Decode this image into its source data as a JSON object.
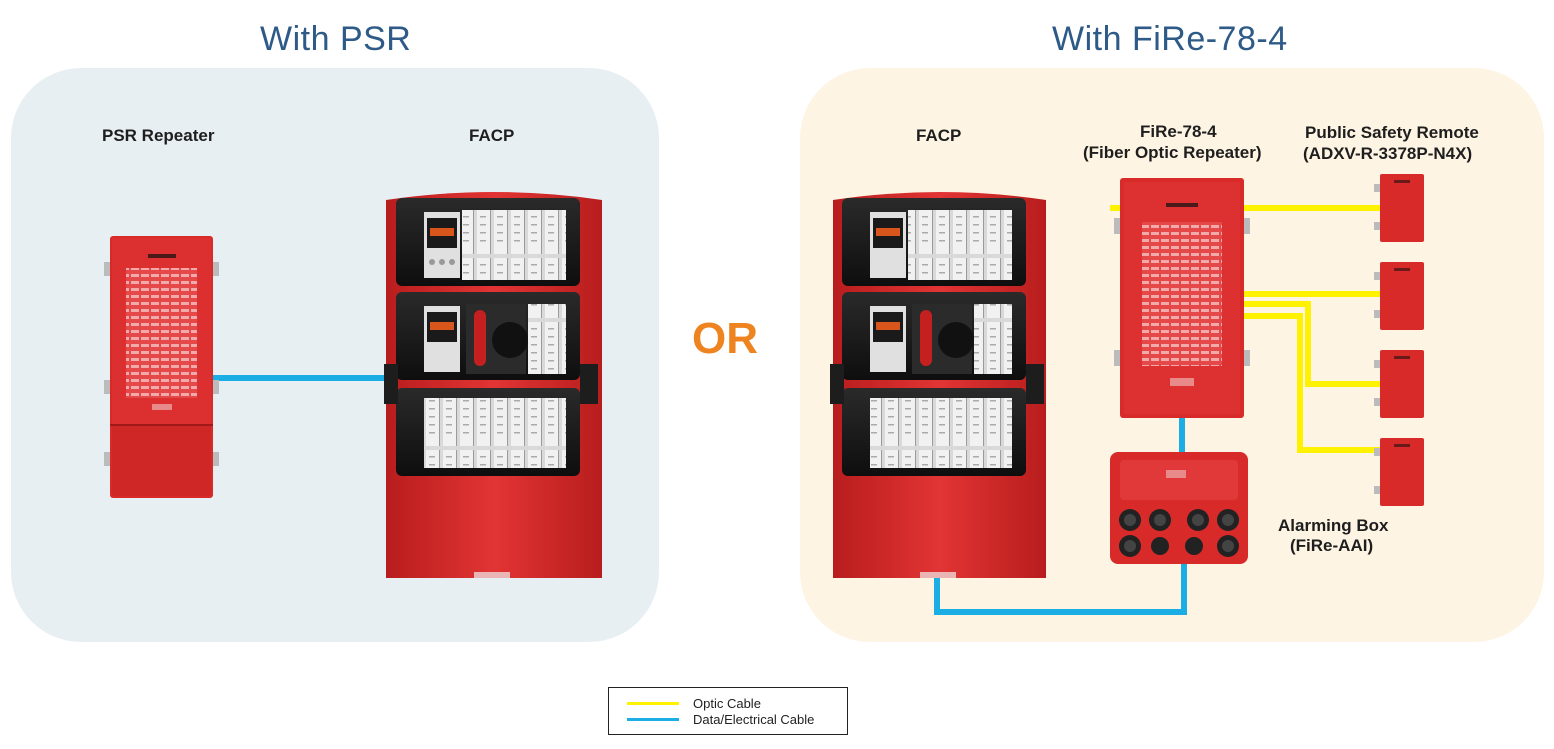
{
  "left_panel": {
    "title": "With PSR",
    "psr_label": "PSR Repeater",
    "facp_label": "FACP"
  },
  "or_text": "OR",
  "right_panel": {
    "title": "With FiRe-78-4",
    "facp_label": "FACP",
    "repeater_label_line1": "FiRe-78-4",
    "repeater_label_line2": "(Fiber Optic Repeater)",
    "remote_label_line1": "Public Safety Remote",
    "remote_label_line2": "(ADXV-R-3378P-N4X)",
    "alarm_label_line1": "Alarming Box",
    "alarm_label_line2": "(FiRe-AAI)"
  },
  "legend": {
    "optic_label": "Optic Cable",
    "data_label": "Data/Electrical Cable"
  },
  "colors": {
    "optic_cable": "#fff200",
    "data_cable": "#1aaee4",
    "equipment_red": "#d92a2a",
    "left_panel_bg": "#e8eff3",
    "right_panel_bg": "#fdf4e4",
    "title_blue": "#2d5a87",
    "or_orange": "#ee8420"
  }
}
